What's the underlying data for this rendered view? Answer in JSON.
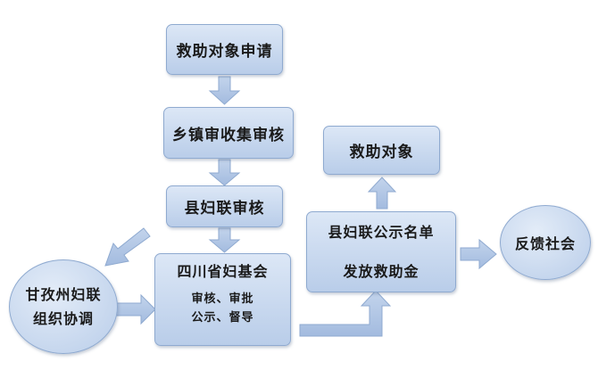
{
  "boxes": {
    "apply": "救助对象申请",
    "township": "乡镇审收集审核",
    "county": "县妇联审核",
    "provincial": {
      "title": "四川省妇基会",
      "line1": "审核、审批",
      "line2": "公示、督导"
    },
    "county_public": {
      "line1": "县妇联公示名单",
      "line2": "发放救助金"
    },
    "recipients": "救助对象",
    "feedback": "反馈社会",
    "ganzi": {
      "line1": "甘孜州妇联",
      "line2": "组织协调"
    }
  },
  "colors": {
    "box_fill_top": "#dce7f6",
    "box_fill_bottom": "#b9cde9",
    "border": "#8faad0",
    "arrow": "#a8c0e2"
  }
}
